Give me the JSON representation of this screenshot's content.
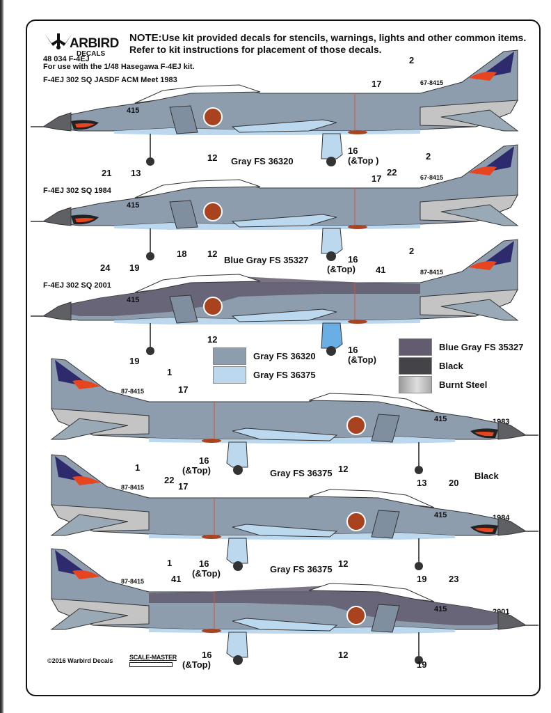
{
  "header": {
    "brand": "ARBIRD",
    "brand_sub": "DECALS",
    "note_keyword": "NOTE:",
    "note_line1": "Use kit provided decals for stencils, warnings, lights and other common items.",
    "note_line2": "Refer to kit instructions for placement of those decals.",
    "product_code": "48 034 F-4EJ",
    "kit_info": "For use with the 1/48 Hasegawa F-4EJ kit."
  },
  "schemes": [
    {
      "title": "F-4EJ 302 SQ JASDF ACM Meet 1983",
      "view": "left",
      "callouts": [
        "2",
        "17",
        "21",
        "13",
        "12",
        "16",
        "(&Top )"
      ],
      "nose_number": "415",
      "tail_serial": "67-8415"
    },
    {
      "title": "F-4EJ 302 SQ 1984",
      "view": "left",
      "callouts": [
        "2",
        "22",
        "17",
        "24",
        "19",
        "18",
        "12",
        "16",
        "(&Top)"
      ],
      "nose_number": "415",
      "tail_serial": "67-8415",
      "color_callout": "Gray FS 36320"
    },
    {
      "title": "F-4EJ 302 SQ 2001",
      "view": "left",
      "callouts": [
        "2",
        "41",
        "19",
        "12",
        "16",
        "(&Top)"
      ],
      "nose_number": "415",
      "tail_serial": "87-8415",
      "color_callout": "Blue Gray FS 35327"
    },
    {
      "title": "1983",
      "view": "right",
      "callouts": [
        "1",
        "17",
        "16",
        "(&Top)",
        "12",
        "13",
        "20",
        "Black"
      ],
      "nose_number": "415",
      "tail_serial": "87-8415",
      "color_callout": "Gray FS 36375"
    },
    {
      "title": "1984",
      "view": "right",
      "callouts": [
        "1",
        "22",
        "17",
        "16",
        "(&Top)",
        "12",
        "19",
        "23"
      ],
      "nose_number": "415",
      "tail_serial": "87-8415",
      "color_callout": "Gray FS 36375"
    },
    {
      "title": "2001",
      "view": "right",
      "callouts": [
        "1",
        "41",
        "16",
        "(&Top)",
        "12",
        "19"
      ],
      "nose_number": "415",
      "tail_serial": "87-8415"
    }
  ],
  "legend": [
    {
      "label": "Gray FS 36320",
      "color": "#8d9dae"
    },
    {
      "label": "Gray FS 36375",
      "color": "#bcd8ee"
    },
    {
      "label": "Blue Gray FS 35327",
      "color": "#635c70"
    },
    {
      "label": "Black",
      "color": "#444448"
    },
    {
      "label": "Burnt Steel",
      "color": "#b8b8b8"
    }
  ],
  "colors": {
    "hinomaru": "#a9431f",
    "tail_purple": "#2e2a6e",
    "tail_orange": "#e6451f",
    "radome_gray": "#5e6063",
    "light_belly": "#bcd8ee",
    "main_gray": "#8d9dae",
    "blue_gray": "#635c70",
    "tank_blue": "#6aaee6"
  },
  "footer": {
    "copyright": "©2016 Warbird Decals",
    "scalemaster": "SCALE-MASTER"
  }
}
